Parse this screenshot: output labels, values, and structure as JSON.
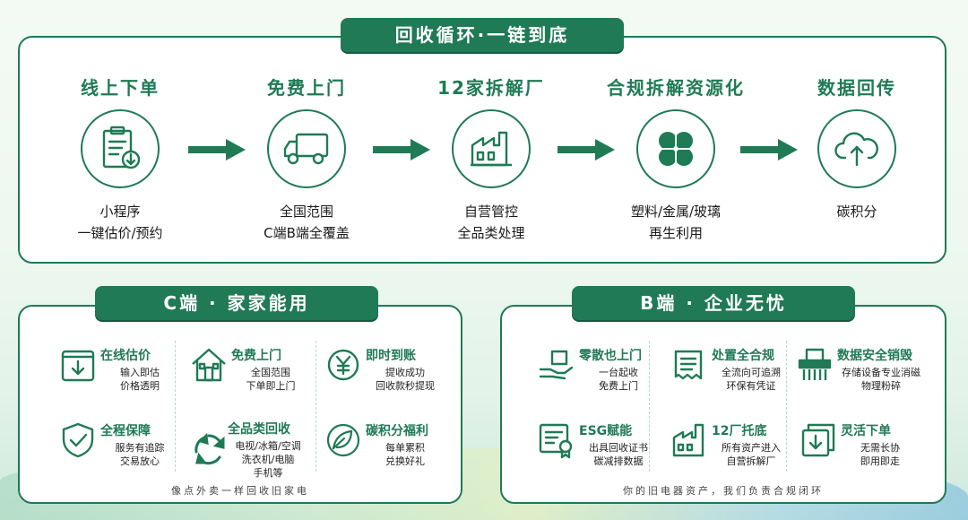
{
  "colors": {
    "primary": "#1f7a55",
    "background": "#f3faf4"
  },
  "main_tab": "回收循环·一链到底",
  "steps": [
    {
      "title": "线上下单",
      "icon": "clipboard-download-icon",
      "desc1": "小程序",
      "desc2": "一键估价/预约"
    },
    {
      "title": "免费上门",
      "icon": "truck-icon",
      "desc1": "全国范围",
      "desc2": "C端B端全覆盖"
    },
    {
      "title": "12家拆解厂",
      "icon": "factory-icon",
      "desc1": "自营管控",
      "desc2": "全品类处理"
    },
    {
      "title": "合规拆解资源化",
      "icon": "clover-icon",
      "desc1": "塑料/金属/玻璃",
      "desc2": "再生利用"
    },
    {
      "title": "数据回传",
      "icon": "cloud-upload-icon",
      "desc1": "碳积分",
      "desc2": ""
    }
  ],
  "c_section": {
    "tab": "C端 · 家家能用",
    "features": [
      {
        "title": "在线估价",
        "desc": [
          "输入即估",
          "价格透明"
        ],
        "icon": "download-box-icon"
      },
      {
        "title": "免费上门",
        "desc": [
          "全国范围",
          "下单即上门"
        ],
        "icon": "house-icon"
      },
      {
        "title": "即时到账",
        "desc": [
          "提收成功",
          "回收款秒提现"
        ],
        "icon": "yen-coin-icon"
      },
      {
        "title": "全程保障",
        "desc": [
          "服务有追踪",
          "交易放心"
        ],
        "icon": "shield-check-icon"
      },
      {
        "title": "全品类回收",
        "desc": [
          "电视/冰箱/空调",
          "洗衣机/电脑",
          "手机等"
        ],
        "icon": "recycle-icon"
      },
      {
        "title": "碳积分福利",
        "desc": [
          "每单累积",
          "兑换好礼"
        ],
        "icon": "leaf-co2-icon"
      }
    ],
    "footer": "像点外卖一样回收旧家电"
  },
  "b_section": {
    "tab": "B端 · 企业无忧",
    "features": [
      {
        "title": "零散也上门",
        "desc": [
          "一台起收",
          "免费上门"
        ],
        "icon": "hand-box-icon"
      },
      {
        "title": "处置全合规",
        "desc": [
          "全流向可追溯",
          "环保有凭证"
        ],
        "icon": "document-scroll-icon"
      },
      {
        "title": "数据安全销毁",
        "desc": [
          "存储设备专业消磁",
          "物理粉碎"
        ],
        "icon": "shredder-icon"
      },
      {
        "title": "ESG赋能",
        "desc": [
          "出具回收证书",
          "碳减排数据"
        ],
        "icon": "certificate-icon"
      },
      {
        "title": "12厂托底",
        "desc": [
          "所有资产进入",
          "自营拆解厂"
        ],
        "icon": "factory-icon"
      },
      {
        "title": "灵活下单",
        "desc": [
          "无需长协",
          "即用即走"
        ],
        "icon": "download-frame-icon"
      }
    ],
    "footer": "你的旧电器资产，我们负责合规闭环"
  }
}
